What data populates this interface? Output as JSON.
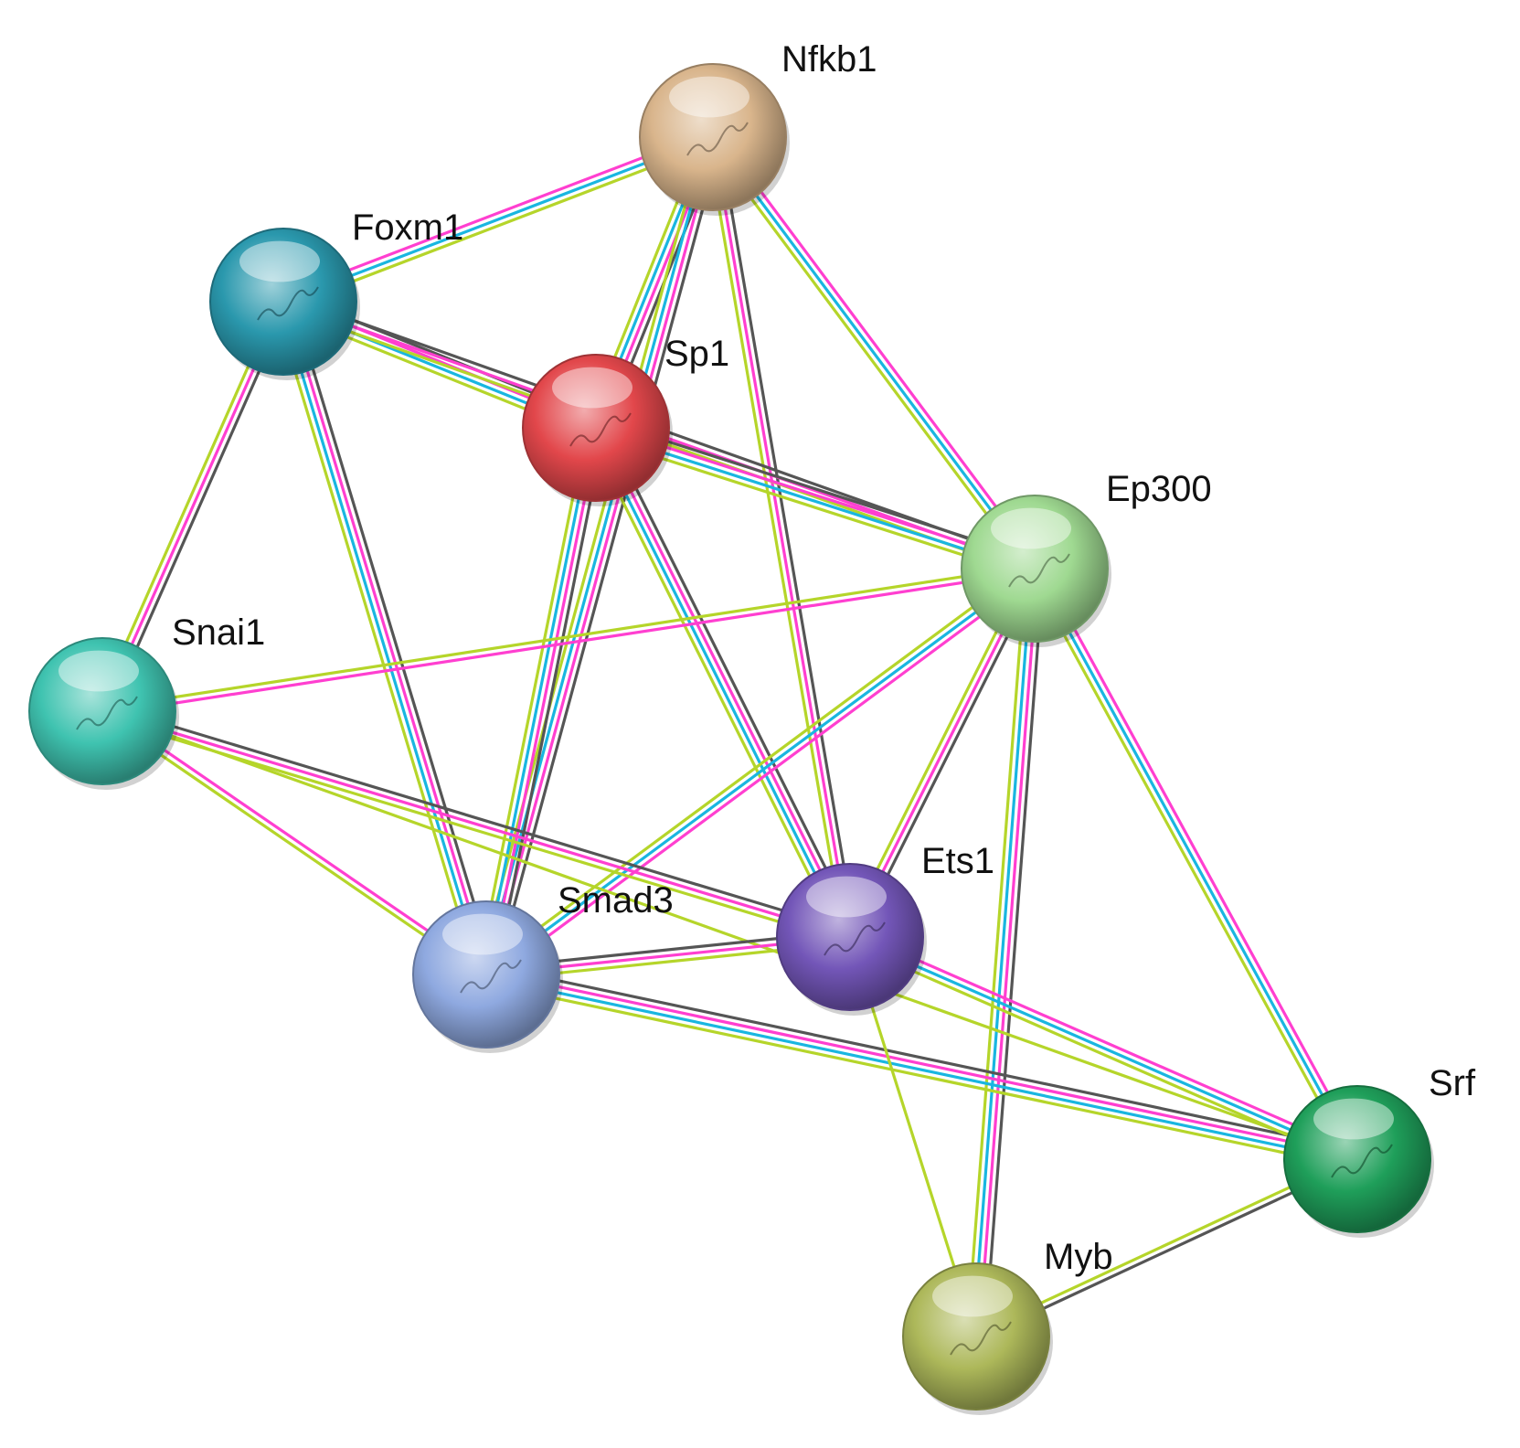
{
  "network": {
    "nodes": [
      {
        "id": "Nfkb1",
        "label": "Nfkb1",
        "color": "#d9b58c"
      },
      {
        "id": "Foxm1",
        "label": "Foxm1",
        "color": "#2a98ad"
      },
      {
        "id": "Sp1",
        "label": "Sp1",
        "color": "#e2474b"
      },
      {
        "id": "Ep300",
        "label": "Ep300",
        "color": "#9fd991"
      },
      {
        "id": "Snai1",
        "label": "Snai1",
        "color": "#3fc3b0"
      },
      {
        "id": "Smad3",
        "label": "Smad3",
        "color": "#8fa9e0"
      },
      {
        "id": "Ets1",
        "label": "Ets1",
        "color": "#7356b8"
      },
      {
        "id": "Srf",
        "label": "Srf",
        "color": "#1f9f5a"
      },
      {
        "id": "Myb",
        "label": "Myb",
        "color": "#adb85a"
      }
    ],
    "edge_colors": {
      "gray": "#555555",
      "magenta": "#ff3fd0",
      "cyan": "#19b6e0",
      "lime": "#b5d52a"
    },
    "edges": [
      {
        "source": "Nfkb1",
        "target": "Foxm1",
        "types": [
          "lime",
          "cyan",
          "magenta"
        ]
      },
      {
        "source": "Nfkb1",
        "target": "Sp1",
        "types": [
          "gray",
          "magenta",
          "cyan",
          "lime"
        ]
      },
      {
        "source": "Nfkb1",
        "target": "Ep300",
        "types": [
          "magenta",
          "cyan",
          "lime"
        ]
      },
      {
        "source": "Nfkb1",
        "target": "Ets1",
        "types": [
          "gray",
          "magenta",
          "lime"
        ]
      },
      {
        "source": "Nfkb1",
        "target": "Smad3",
        "types": [
          "gray",
          "magenta",
          "cyan",
          "lime"
        ]
      },
      {
        "source": "Foxm1",
        "target": "Sp1",
        "types": [
          "gray",
          "magenta",
          "cyan",
          "lime"
        ]
      },
      {
        "source": "Foxm1",
        "target": "Ep300",
        "types": [
          "gray",
          "magenta",
          "lime"
        ]
      },
      {
        "source": "Foxm1",
        "target": "Snai1",
        "types": [
          "gray",
          "magenta",
          "lime"
        ]
      },
      {
        "source": "Foxm1",
        "target": "Smad3",
        "types": [
          "gray",
          "magenta",
          "cyan",
          "lime"
        ]
      },
      {
        "source": "Sp1",
        "target": "Ep300",
        "types": [
          "gray",
          "magenta",
          "cyan",
          "lime"
        ]
      },
      {
        "source": "Sp1",
        "target": "Smad3",
        "types": [
          "gray",
          "magenta",
          "cyan",
          "lime"
        ]
      },
      {
        "source": "Sp1",
        "target": "Ets1",
        "types": [
          "gray",
          "magenta",
          "cyan",
          "lime"
        ]
      },
      {
        "source": "Ep300",
        "target": "Snai1",
        "types": [
          "magenta",
          "lime"
        ]
      },
      {
        "source": "Ep300",
        "target": "Smad3",
        "types": [
          "magenta",
          "cyan",
          "lime"
        ]
      },
      {
        "source": "Ep300",
        "target": "Ets1",
        "types": [
          "gray",
          "magenta",
          "lime"
        ]
      },
      {
        "source": "Ep300",
        "target": "Srf",
        "types": [
          "magenta",
          "cyan",
          "lime"
        ]
      },
      {
        "source": "Ep300",
        "target": "Myb",
        "types": [
          "gray",
          "magenta",
          "cyan",
          "lime"
        ]
      },
      {
        "source": "Snai1",
        "target": "Smad3",
        "types": [
          "magenta",
          "lime"
        ]
      },
      {
        "source": "Snai1",
        "target": "Ets1",
        "types": [
          "gray",
          "magenta",
          "lime"
        ]
      },
      {
        "source": "Snai1",
        "target": "Srf",
        "types": [
          "lime"
        ]
      },
      {
        "source": "Smad3",
        "target": "Ets1",
        "types": [
          "gray",
          "magenta",
          "lime"
        ]
      },
      {
        "source": "Smad3",
        "target": "Srf",
        "types": [
          "gray",
          "magenta",
          "cyan",
          "lime"
        ]
      },
      {
        "source": "Ets1",
        "target": "Srf",
        "types": [
          "magenta",
          "cyan",
          "lime"
        ]
      },
      {
        "source": "Ets1",
        "target": "Myb",
        "types": [
          "lime"
        ]
      },
      {
        "source": "Srf",
        "target": "Myb",
        "types": [
          "gray",
          "lime"
        ]
      }
    ]
  }
}
